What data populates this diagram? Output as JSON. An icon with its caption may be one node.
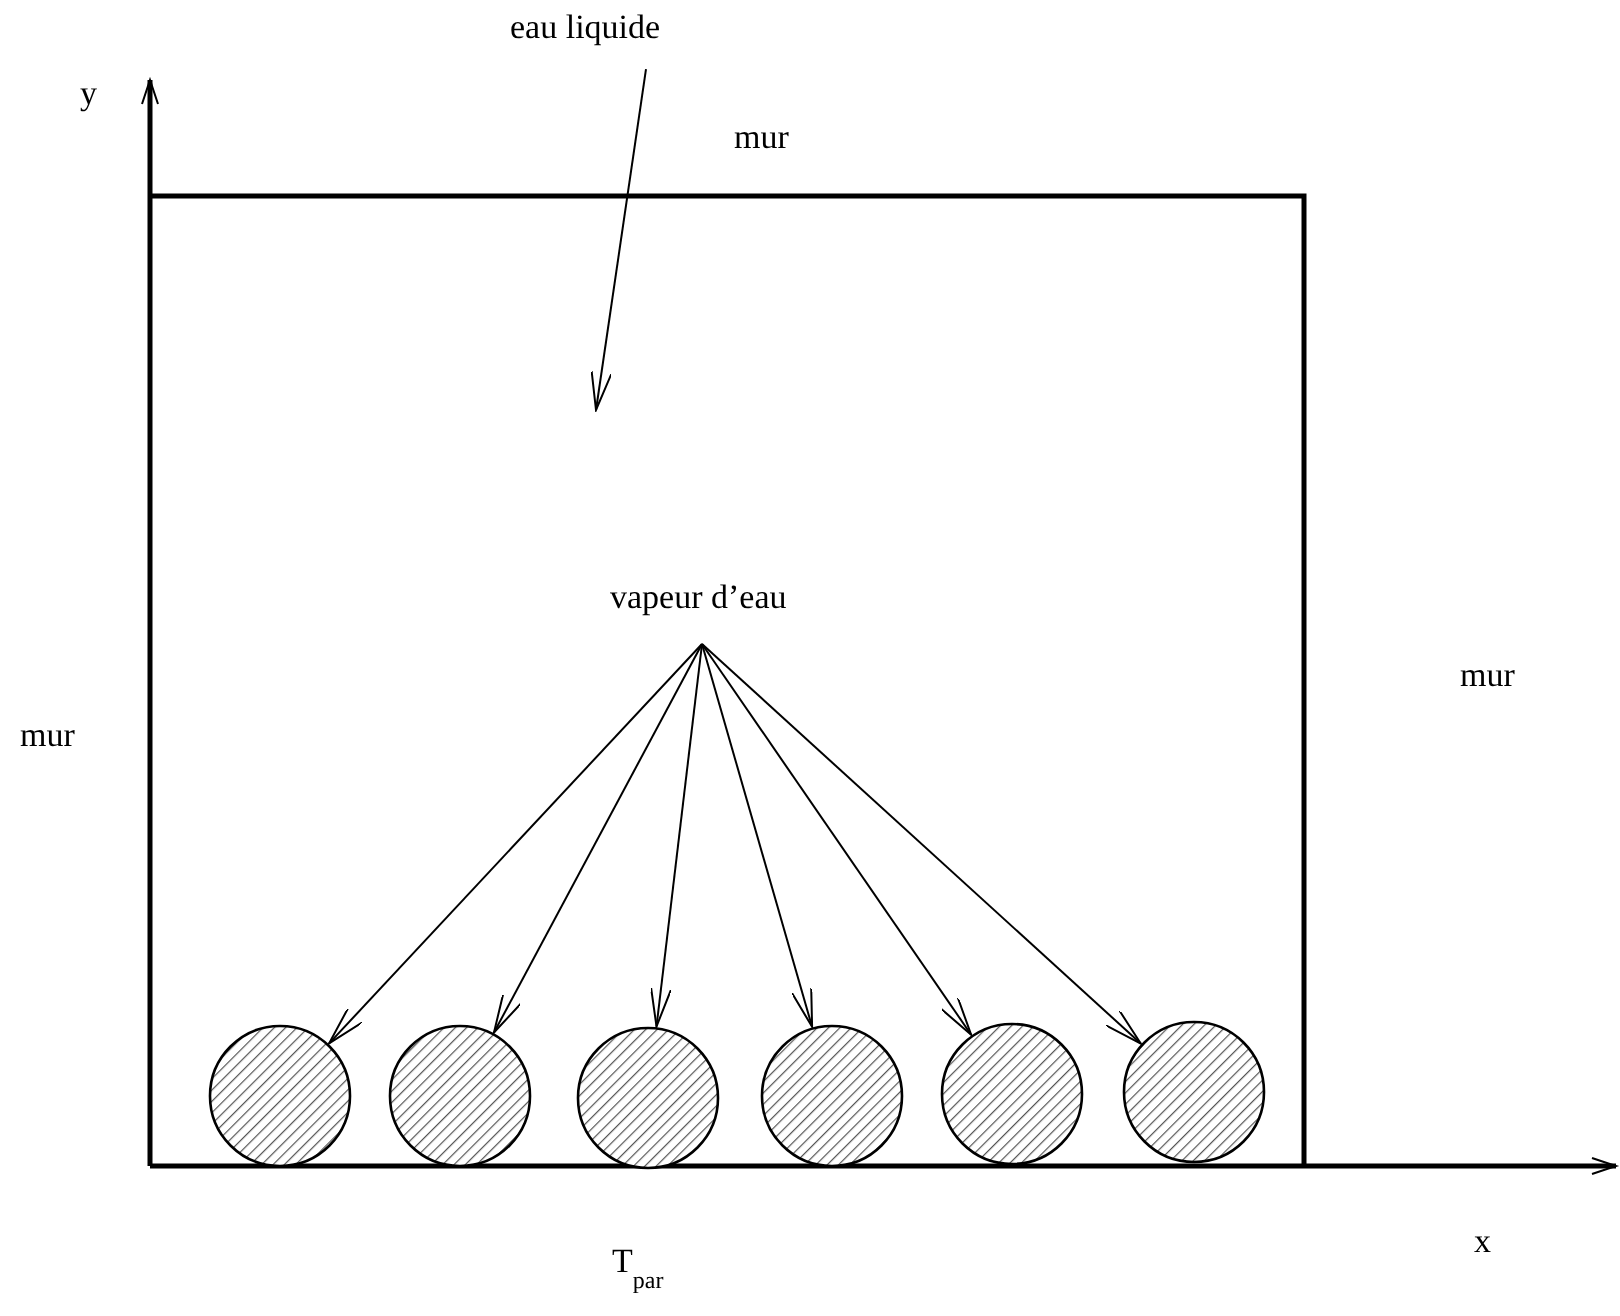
{
  "diagram": {
    "nodes": [
      {
        "text": [
          "eau liquide"
        ]
      },
      {
        "text": [
          "vapeur d’eau"
        ]
      },
      {
        "text": [],
        "shape": "circle"
      },
      {
        "text": [],
        "shape": "circle"
      },
      {
        "text": [],
        "shape": "circle"
      },
      {
        "text": [],
        "shape": "circle"
      },
      {
        "text": [],
        "shape": "circle"
      },
      {
        "text": [],
        "shape": "circle"
      }
    ],
    "edges": [
      {
        "from": 0,
        "to": null,
        "arrow": "to"
      },
      {
        "from": 1,
        "to": 2,
        "arrow": "to"
      },
      {
        "from": 1,
        "to": 3,
        "arrow": "to"
      },
      {
        "from": 1,
        "to": 4,
        "arrow": "to"
      },
      {
        "from": 1,
        "to": 5,
        "arrow": "to"
      },
      {
        "from": 1,
        "to": 6,
        "arrow": "to"
      },
      {
        "from": 1,
        "to": 7,
        "arrow": "to"
      }
    ],
    "labels": [
      "y",
      "mur",
      "mur",
      "mur",
      "x",
      "T$_{par}$"
    ]
  }
}
